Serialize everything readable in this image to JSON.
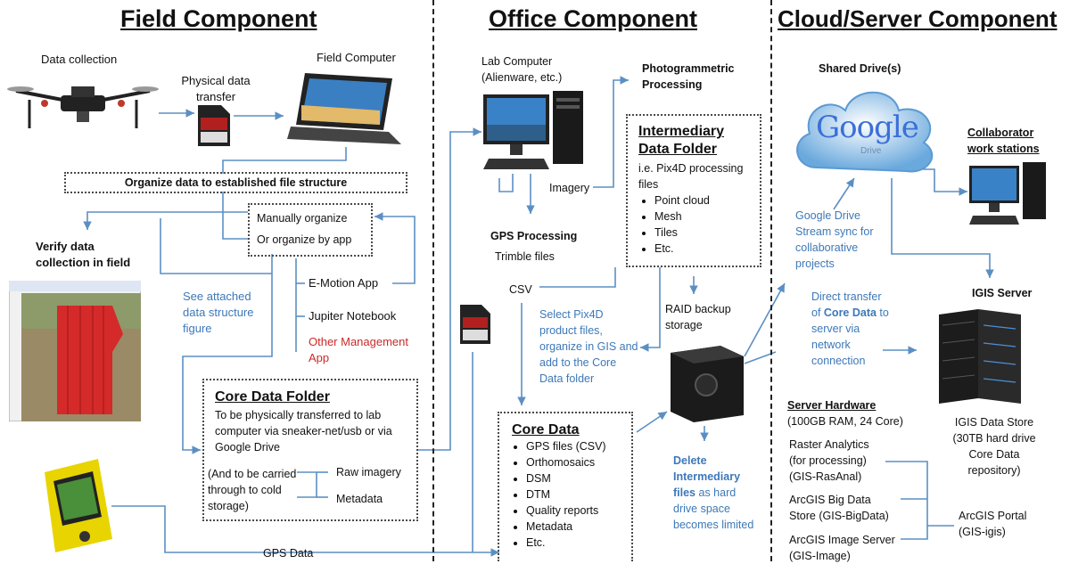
{
  "headers": {
    "field": "Field Component",
    "office": "Office Component",
    "cloud": "Cloud/Server Component"
  },
  "field": {
    "data_collection": "Data collection",
    "physical_transfer": "Physical data transfer",
    "field_computer": "Field Computer",
    "organize_banner": "Organize data to established file structure",
    "manually_organize": "Manually organize",
    "or_organize_app": "Or organize by app",
    "verify": "Verify data collection in field",
    "see_attached": "See attached data structure figure",
    "apps": [
      "E-Motion App",
      "Jupiter Notebook"
    ],
    "other_app": "Other Management App",
    "core_folder_title": "Core Data Folder",
    "core_folder_desc": "To be physically transferred to lab computer via sneaker-net/usb or via Google Drive",
    "carried_note": "(And to be carried through to cold storage)",
    "raw_imagery": "Raw imagery",
    "metadata": "Metadata",
    "gps_data": "GPS Data"
  },
  "office": {
    "lab_computer": "Lab Computer (Alienware, etc.)",
    "photogrammetric": "Photogrammetric Processing",
    "imagery": "Imagery",
    "intermediary_title": "Intermediary Data Folder",
    "intermediary_desc": "i.e. Pix4D processing files",
    "intermediary_items": [
      "Point cloud",
      "Mesh",
      "Tiles",
      "Etc."
    ],
    "gps_processing": "GPS Processing",
    "trimble": "Trimble files",
    "csv": "CSV",
    "select_pix4d": "Select Pix4D product files, organize in GIS and add to the Core Data folder",
    "raid": "RAID backup storage",
    "core_title": "Core Data",
    "core_items": [
      "GPS files (CSV)",
      "Orthomosaics",
      "DSM",
      "DTM",
      "Quality reports",
      "Metadata",
      "Etc."
    ],
    "delete_bold": "Delete Intermediary files",
    "delete_rest": " as hard drive space becomes limited"
  },
  "cloud": {
    "shared_drive": "Shared Drive(s)",
    "google_logo": "Google",
    "google_sub": "Drive",
    "collaborator": "Collaborator work stations",
    "stream_sync": "Google Drive Stream sync for collaborative projects",
    "direct_a": "Direct transfer of ",
    "direct_bold": "Core Data",
    "direct_b": " to server via network connection",
    "igis_server": "IGIS Server",
    "server_hw_title": "Server Hardware",
    "server_hw_spec": "(100GB RAM, 24 Core)",
    "igis_store": "IGIS Data Store (30TB hard drive Core Data repository)",
    "raster": "Raster Analytics (for processing) (GIS-RasAnal)",
    "bigdata": "ArcGIS Big Data Store (GIS-BigData)",
    "portal": "ArcGIS Portal (GIS-igis)",
    "image_server": "ArcGIS Image Server (GIS-Image)"
  },
  "colors": {
    "arrow": "#5b8fc4",
    "blue_text": "#3d78b8",
    "red_text": "#cc2a2a"
  }
}
